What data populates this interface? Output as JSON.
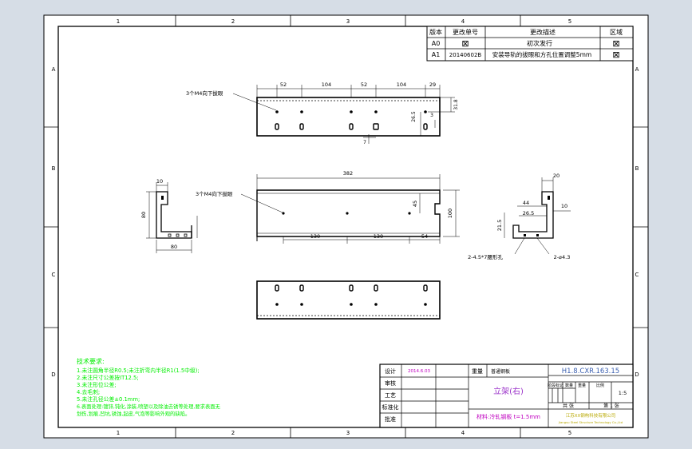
{
  "zones": {
    "top": [
      "1",
      "2",
      "3",
      "4",
      "5"
    ],
    "bottom": [
      "1",
      "2",
      "3",
      "4",
      "5"
    ],
    "left": [
      "A",
      "B",
      "C",
      "D"
    ],
    "right": [
      "A",
      "B",
      "C",
      "D"
    ]
  },
  "revision_table": {
    "headers": [
      "版本",
      "更改单号",
      "更改描述",
      "区域"
    ],
    "rows": [
      {
        "version": "A0",
        "order": "⊠",
        "desc": "初次发行",
        "zone": "⊠"
      },
      {
        "version": "A1",
        "order": "20140602B",
        "desc": "安装导轨的拔眼和方孔位置调整5mm",
        "zone": "⊠"
      }
    ]
  },
  "top_view": {
    "dims": [
      "52",
      "104",
      "52",
      "104",
      "29"
    ],
    "side_dims": [
      "31.8",
      "26.5",
      "3"
    ],
    "bottom_dim": "7",
    "note": "3个M4向下拔眼"
  },
  "front_view": {
    "length": "382",
    "height": "100",
    "d45": "45",
    "bottom_dims": [
      "130",
      "130",
      "54"
    ],
    "note": "3个M4向下拔眼"
  },
  "left_view": {
    "d10": "10",
    "d80h": "80",
    "d80w": "80"
  },
  "right_view": {
    "d20": "20",
    "d10": "10",
    "d44": "44",
    "d265": "26.5",
    "d215": "21.5",
    "note_a": "2-4.5*7腰形孔",
    "note_b": "2-⌀4.3"
  },
  "tech_requirements": [
    "技术要求:",
    "1.未注圆角半径R0.5;未注折弯内半径R1(1.5中级);",
    "2.未注尺寸公差按IT12.5;",
    "3.未注形位公差;",
    "4.去毛刺;",
    "5.未注孔径公差±0.1mm;",
    "6.表面处理:镀锌,钝化,涂装,喷塑以及除油去锈等处理,要求表面无",
    "划伤,划痕,凹坑,锈蚀,起皮,气泡等影响外观的缺陷。"
  ],
  "title_block": {
    "labels": [
      "设计",
      "审核",
      "工艺",
      "标准化",
      "批准"
    ],
    "design_date": "2014.6.03",
    "weight_label": "重量",
    "material_code": "普通钢板",
    "part_name": "立架(右)",
    "material": "材料:冷轧钢板 t=1.5mm",
    "drawing_no": "H1.8.CXR.163.15",
    "mini_headers": [
      "阶段标记",
      "数量",
      "重量",
      "比例"
    ],
    "scale": "1:5",
    "sheet_info": [
      "共 张",
      "第 1 张"
    ],
    "company_cn": "江苏XX钢构科技有限公司",
    "company_en": "Jiangsu Steel Structure Technology Co.,Ltd"
  },
  "colors": {
    "background": "#d6dde6",
    "line": "#000000",
    "green_text": "#00ee00",
    "magenta_text": "#c000c0",
    "purple_text": "#9a30c9",
    "blue_text": "#3a5fb0",
    "yellow_text": "#b8a800"
  }
}
